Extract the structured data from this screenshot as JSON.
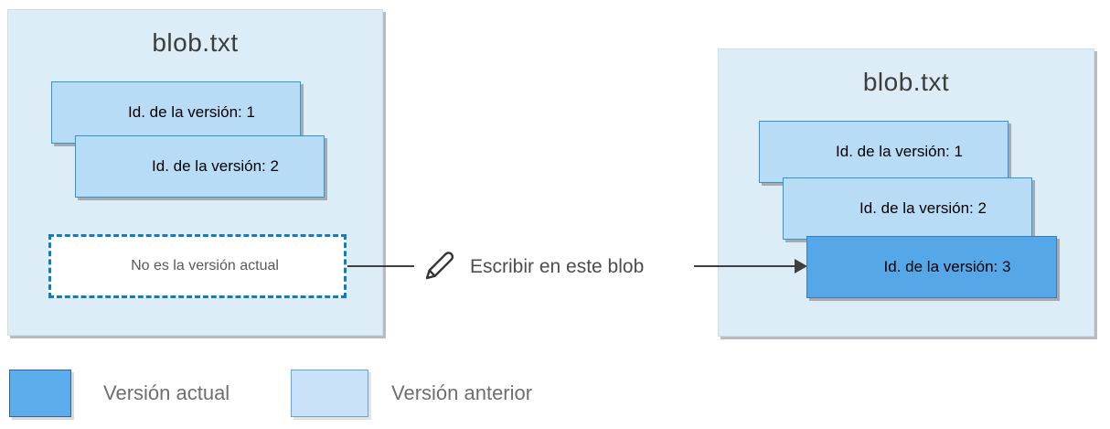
{
  "before": {
    "title": "blob.txt",
    "versions": [
      {
        "label": "Id. de la versión: 1",
        "state": "previous"
      },
      {
        "label": "Id. de la versión: 2",
        "state": "previous"
      }
    ],
    "placeholder": "No es la versión actual"
  },
  "action": {
    "label": "Escribir en este blob",
    "icon": "pencil-icon"
  },
  "after": {
    "title": "blob.txt",
    "versions": [
      {
        "label": "Id. de la versión: 1",
        "state": "previous"
      },
      {
        "label": "Id. de la versión: 2",
        "state": "previous"
      },
      {
        "label": "Id. de la versión: 3",
        "state": "current"
      }
    ]
  },
  "legend": {
    "items": [
      {
        "label": "Versión actual",
        "swatch_color": "#5badec"
      },
      {
        "label": "Versión anterior",
        "swatch_color": "#c9e2f7"
      }
    ]
  },
  "colors": {
    "container_fill": "#dcedf8",
    "previous_fill": "#b9dcf6",
    "current_fill": "#56a7e8",
    "dashed_border": "#0e7dc2",
    "arrow": "#3f3f3f"
  }
}
